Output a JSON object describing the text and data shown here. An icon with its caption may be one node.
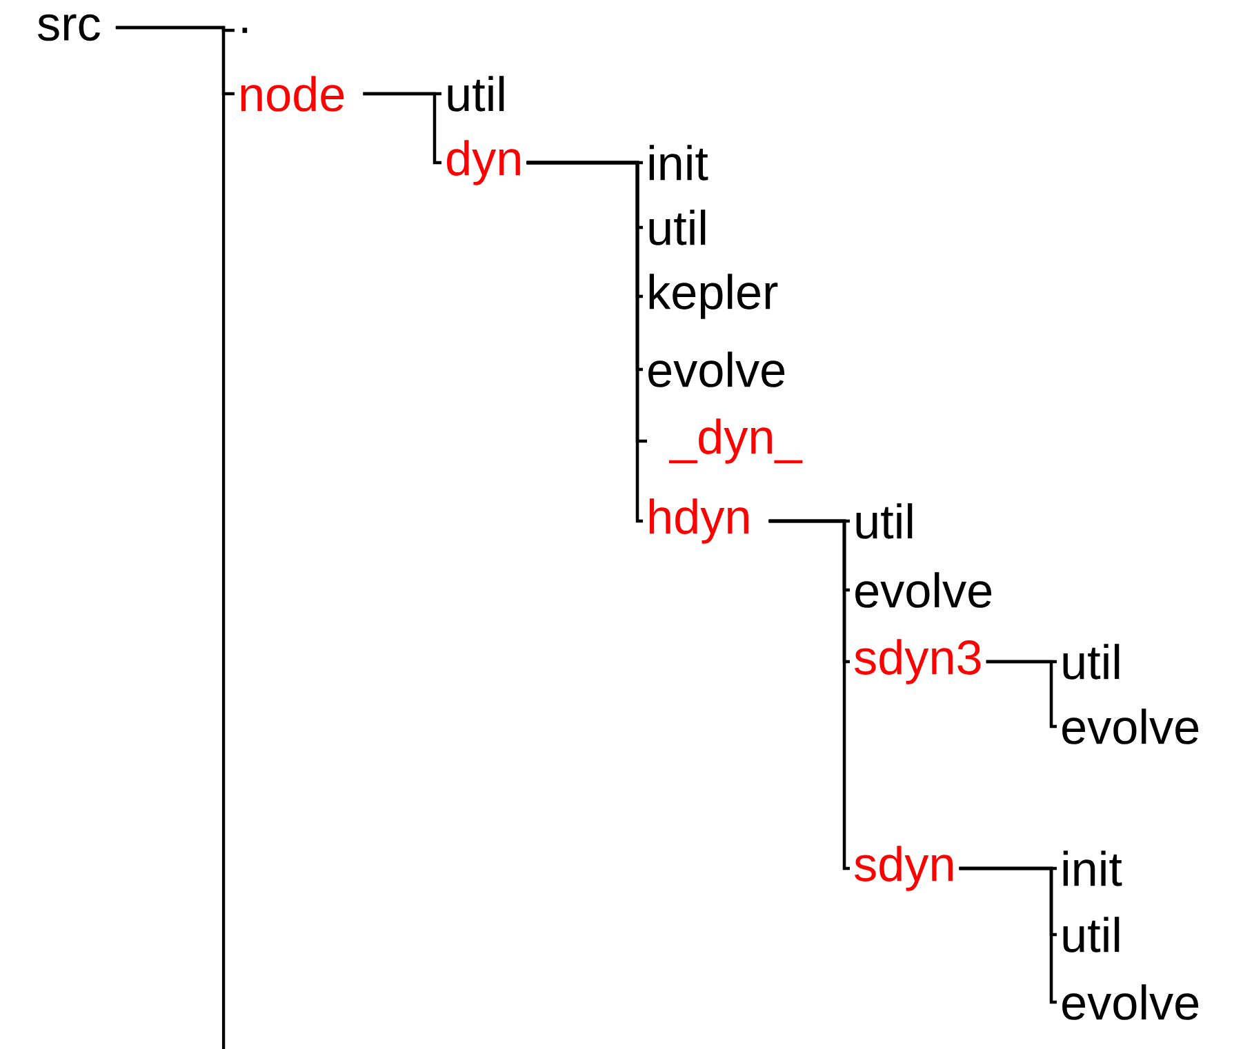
{
  "diagram": {
    "nodes": [
      {
        "text": [
          "src"
        ]
      },
      {
        "text": [
          "."
        ]
      },
      {
        "text": [
          "node"
        ]
      },
      {
        "text": [
          "util"
        ]
      },
      {
        "text": [
          "dyn"
        ]
      },
      {
        "text": [
          "init"
        ]
      },
      {
        "text": [
          "util"
        ]
      },
      {
        "text": [
          "kepler"
        ]
      },
      {
        "text": [
          "evolve"
        ]
      },
      {
        "text": [
          "_dyn_"
        ]
      },
      {
        "text": [
          "hdyn"
        ]
      },
      {
        "text": [
          "util"
        ]
      },
      {
        "text": [
          "evolve"
        ]
      },
      {
        "text": [
          "sdyn3"
        ]
      },
      {
        "text": [
          "util"
        ]
      },
      {
        "text": [
          "evolve"
        ]
      },
      {
        "text": [
          "sdyn"
        ]
      },
      {
        "text": [
          "init"
        ]
      },
      {
        "text": [
          "util"
        ]
      },
      {
        "text": [
          "evolve"
        ]
      }
    ],
    "edges": [
      {
        "from": 0,
        "to": 1,
        "arrow": "none"
      },
      {
        "from": 0,
        "to": 2,
        "arrow": "none"
      },
      {
        "from": 2,
        "to": 3,
        "arrow": "none"
      },
      {
        "from": 2,
        "to": 4,
        "arrow": "none"
      },
      {
        "from": 4,
        "to": 5,
        "arrow": "none"
      },
      {
        "from": 4,
        "to": 6,
        "arrow": "none"
      },
      {
        "from": 4,
        "to": 7,
        "arrow": "none"
      },
      {
        "from": 4,
        "to": 8,
        "arrow": "none"
      },
      {
        "from": 4,
        "to": 9,
        "arrow": "none"
      },
      {
        "from": 4,
        "to": 10,
        "arrow": "none"
      },
      {
        "from": 10,
        "to": 11,
        "arrow": "none"
      },
      {
        "from": 10,
        "to": 12,
        "arrow": "none"
      },
      {
        "from": 10,
        "to": 13,
        "arrow": "none"
      },
      {
        "from": 10,
        "to": 16,
        "arrow": "none"
      },
      {
        "from": 13,
        "to": 14,
        "arrow": "none"
      },
      {
        "from": 13,
        "to": 15,
        "arrow": "none"
      },
      {
        "from": 16,
        "to": 17,
        "arrow": "none"
      },
      {
        "from": 16,
        "to": 18,
        "arrow": "none"
      },
      {
        "from": 16,
        "to": 19,
        "arrow": "none"
      }
    ]
  }
}
